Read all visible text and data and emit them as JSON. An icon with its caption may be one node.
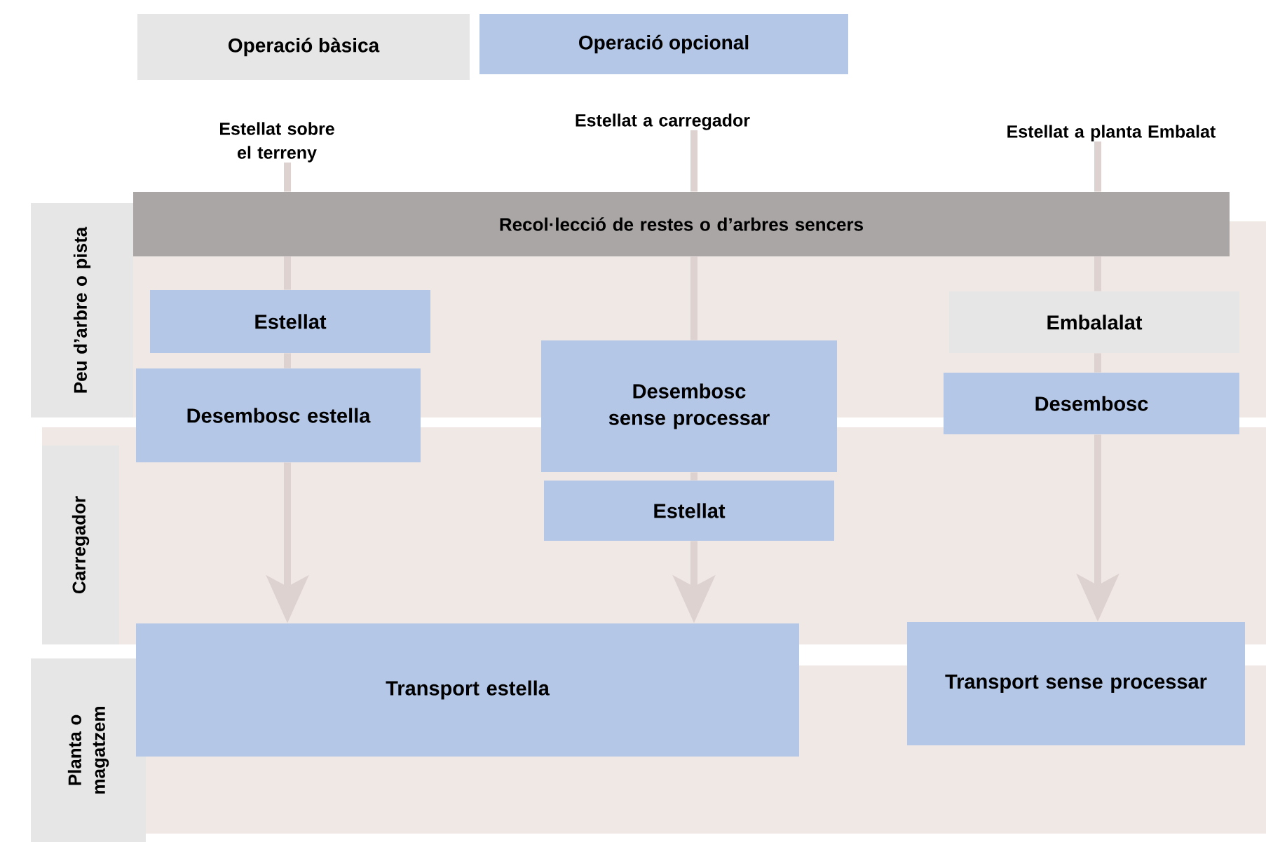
{
  "diagram": {
    "nodes": [
      {
        "text": [
          "Estellat sobre el terreny"
        ]
      },
      {
        "text": [
          "Estellat a carregador"
        ]
      },
      {
        "text": [
          "Estellat a planta Embalat"
        ]
      },
      {
        "text": [
          "Peu d’arbre o pista"
        ]
      },
      {
        "text": [
          "Carregador"
        ]
      },
      {
        "text": [
          "Planta o magatzem"
        ]
      },
      {
        "text": [
          "Recol·lecció de restes o d’arbres sencers"
        ]
      },
      {
        "text": [
          "Estellat"
        ]
      },
      {
        "text": [
          "Desembosc estella"
        ]
      },
      {
        "text": [
          "Desembosc sense processar"
        ]
      },
      {
        "text": [
          "Estellat"
        ]
      },
      {
        "text": [
          "Embalalat"
        ]
      },
      {
        "text": [
          "Desembosc"
        ]
      },
      {
        "text": [
          "Transport estella"
        ]
      },
      {
        "text": [
          "Transport sense processar"
        ]
      }
    ],
    "edges": [
      {
        "from": 0,
        "to": 6,
        "arrow": "none"
      },
      {
        "from": 1,
        "to": 6,
        "arrow": "none"
      },
      {
        "from": 2,
        "to": 6,
        "arrow": "none"
      },
      {
        "from": 6,
        "to": 7,
        "arrow": "none"
      },
      {
        "from": 7,
        "to": 8,
        "arrow": "none"
      },
      {
        "from": 8,
        "to": 13,
        "arrow": "to"
      },
      {
        "from": 6,
        "to": 9,
        "arrow": "none"
      },
      {
        "from": 9,
        "to": 10,
        "arrow": "none"
      },
      {
        "from": 10,
        "to": 13,
        "arrow": "to"
      },
      {
        "from": 6,
        "to": 11,
        "arrow": "none"
      },
      {
        "from": 11,
        "to": 12,
        "arrow": "none"
      },
      {
        "from": 12,
        "to": 14,
        "arrow": "to"
      }
    ],
    "legend": [
      {
        "text": "Operació bàsica",
        "color": "#e6e6e6"
      },
      {
        "text": "Operació opcional",
        "color": "#b4c7e7"
      }
    ]
  }
}
